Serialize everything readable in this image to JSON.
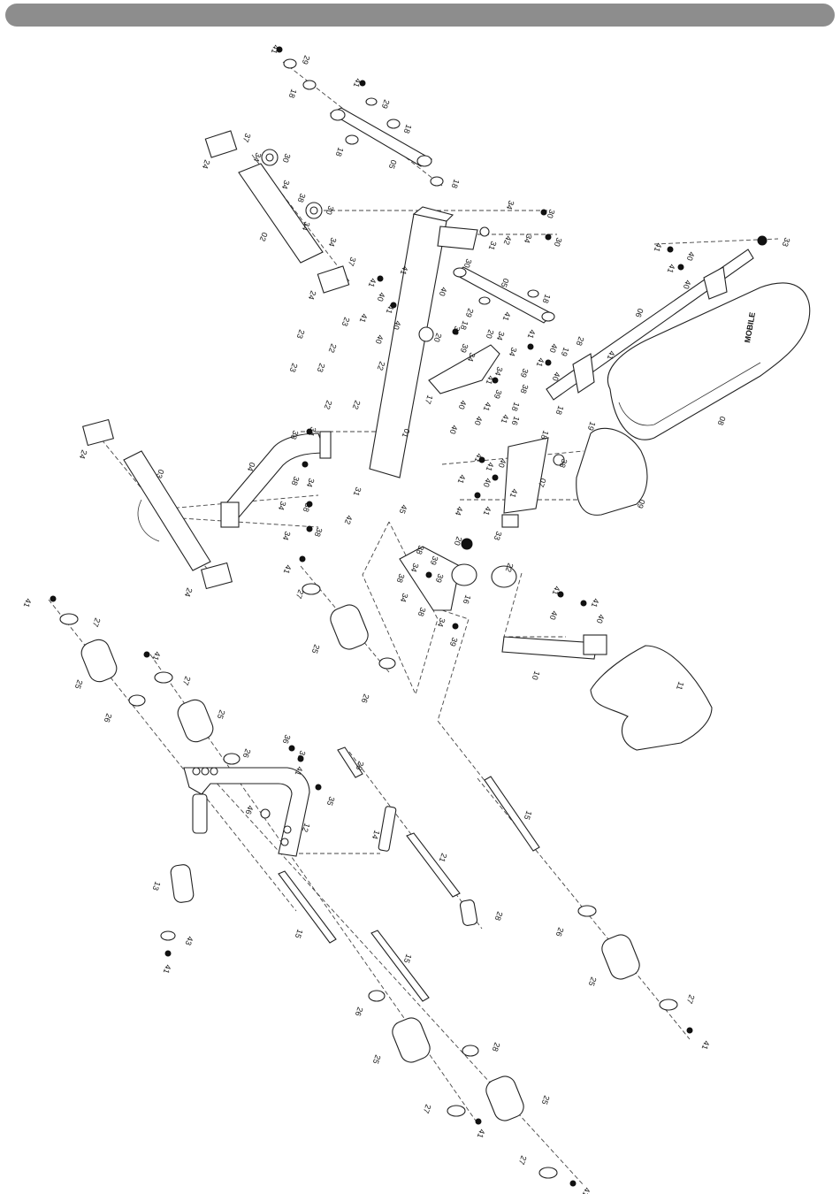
{
  "brand_text": "MOBILE",
  "labels": [
    {
      "text": "41",
      "a": [
        310,
        50
      ]
    },
    {
      "text": "29",
      "a": [
        345,
        62
      ]
    },
    {
      "text": "18",
      "a": [
        330,
        100
      ]
    },
    {
      "text": "41",
      "a": [
        403,
        88
      ]
    },
    {
      "text": "29",
      "a": [
        435,
        112
      ]
    },
    {
      "text": "18",
      "a": [
        460,
        140
      ]
    },
    {
      "text": "18",
      "a": [
        383,
        166
      ]
    },
    {
      "text": "05",
      "a": [
        443,
        180
      ]
    },
    {
      "text": "18",
      "a": [
        514,
        202
      ]
    },
    {
      "text": "37",
      "a": [
        278,
        150
      ]
    },
    {
      "text": "34",
      "a": [
        290,
        172
      ]
    },
    {
      "text": "30",
      "a": [
        323,
        173
      ]
    },
    {
      "text": "24",
      "a": [
        232,
        180
      ]
    },
    {
      "text": "34",
      "a": [
        322,
        203
      ]
    },
    {
      "text": "38",
      "a": [
        340,
        218
      ]
    },
    {
      "text": "30",
      "a": [
        372,
        232
      ]
    },
    {
      "text": "34",
      "a": [
        345,
        250
      ]
    },
    {
      "text": "02",
      "a": [
        297,
        262
      ]
    },
    {
      "text": "34",
      "a": [
        375,
        268
      ]
    },
    {
      "text": "37",
      "a": [
        397,
        290
      ]
    },
    {
      "text": "24",
      "a": [
        352,
        328
      ]
    },
    {
      "text": "34",
      "a": [
        576,
        226
      ]
    },
    {
      "text": "30",
      "a": [
        622,
        236
      ]
    },
    {
      "text": "31",
      "a": [
        556,
        272
      ]
    },
    {
      "text": "42",
      "a": [
        573,
        266
      ]
    },
    {
      "text": "34",
      "a": [
        596,
        264
      ]
    },
    {
      "text": "30",
      "a": [
        630,
        268
      ]
    },
    {
      "text": "33",
      "a": [
        888,
        268
      ]
    },
    {
      "text": "41",
      "a": [
        743,
        274
      ]
    },
    {
      "text": "40",
      "a": [
        780,
        284
      ]
    },
    {
      "text": "41",
      "a": [
        758,
        298
      ]
    },
    {
      "text": "40",
      "a": [
        776,
        316
      ]
    },
    {
      "text": "06",
      "a": [
        722,
        348
      ]
    },
    {
      "text": "08",
      "a": [
        815,
        470
      ]
    },
    {
      "text": "30",
      "a": [
        528,
        292
      ]
    },
    {
      "text": "05",
      "a": [
        570,
        314
      ]
    },
    {
      "text": "18",
      "a": [
        617,
        332
      ]
    },
    {
      "text": "41",
      "a": [
        456,
        300
      ]
    },
    {
      "text": "41",
      "a": [
        420,
        314
      ]
    },
    {
      "text": "40",
      "a": [
        430,
        330
      ]
    },
    {
      "text": "40",
      "a": [
        500,
        324
      ]
    },
    {
      "text": "41",
      "a": [
        440,
        344
      ]
    },
    {
      "text": "40",
      "a": [
        448,
        362
      ]
    },
    {
      "text": "29",
      "a": [
        530,
        348
      ]
    },
    {
      "text": "41",
      "a": [
        572,
        352
      ]
    },
    {
      "text": "18",
      "a": [
        524,
        362
      ]
    },
    {
      "text": "20",
      "a": [
        553,
        372
      ]
    },
    {
      "text": "41",
      "a": [
        410,
        354
      ]
    },
    {
      "text": "40",
      "a": [
        428,
        378
      ]
    },
    {
      "text": "39",
      "a": [
        515,
        368
      ]
    },
    {
      "text": "34",
      "a": [
        565,
        374
      ]
    },
    {
      "text": "39",
      "a": [
        524,
        388
      ]
    },
    {
      "text": "34",
      "a": [
        532,
        398
      ]
    },
    {
      "text": "20",
      "a": [
        494,
        376
      ]
    },
    {
      "text": "23",
      "a": [
        339,
        372
      ]
    },
    {
      "text": "23",
      "a": [
        390,
        358
      ]
    },
    {
      "text": "22",
      "a": [
        375,
        388
      ]
    },
    {
      "text": "22",
      "a": [
        430,
        408
      ]
    },
    {
      "text": "23",
      "a": [
        331,
        410
      ]
    },
    {
      "text": "23",
      "a": [
        362,
        410
      ]
    },
    {
      "text": "22",
      "a": [
        370,
        452
      ]
    },
    {
      "text": "22",
      "a": [
        402,
        452
      ]
    },
    {
      "text": "41",
      "a": [
        600,
        372
      ]
    },
    {
      "text": "40",
      "a": [
        625,
        388
      ]
    },
    {
      "text": "28",
      "a": [
        655,
        380
      ]
    },
    {
      "text": "41",
      "a": [
        690,
        396
      ]
    },
    {
      "text": "19",
      "a": [
        638,
        392
      ]
    },
    {
      "text": "41",
      "a": [
        610,
        404
      ]
    },
    {
      "text": "40",
      "a": [
        628,
        420
      ]
    },
    {
      "text": "34",
      "a": [
        579,
        392
      ]
    },
    {
      "text": "39",
      "a": [
        592,
        416
      ]
    },
    {
      "text": "38",
      "a": [
        592,
        434
      ]
    },
    {
      "text": "39",
      "a": [
        562,
        440
      ]
    },
    {
      "text": "18",
      "a": [
        582,
        454
      ]
    },
    {
      "text": "41",
      "a": [
        553,
        424
      ]
    },
    {
      "text": "34",
      "a": [
        563,
        414
      ]
    },
    {
      "text": "17",
      "a": [
        484,
        446
      ]
    },
    {
      "text": "40",
      "a": [
        522,
        452
      ]
    },
    {
      "text": "41",
      "a": [
        550,
        454
      ]
    },
    {
      "text": "40",
      "a": [
        540,
        470
      ]
    },
    {
      "text": "41",
      "a": [
        570,
        468
      ]
    },
    {
      "text": "16",
      "a": [
        582,
        470
      ]
    },
    {
      "text": "40",
      "a": [
        512,
        480
      ]
    },
    {
      "text": "18",
      "a": [
        632,
        458
      ]
    },
    {
      "text": "19",
      "a": [
        668,
        476
      ]
    },
    {
      "text": "18",
      "a": [
        615,
        486
      ]
    },
    {
      "text": "01",
      "a": [
        458,
        484
      ]
    },
    {
      "text": "38",
      "a": [
        332,
        486
      ]
    },
    {
      "text": "34",
      "a": [
        352,
        482
      ]
    },
    {
      "text": "24",
      "a": [
        93,
        508
      ]
    },
    {
      "text": "03",
      "a": [
        180,
        530
      ]
    },
    {
      "text": "04",
      "a": [
        283,
        522
      ]
    },
    {
      "text": "38",
      "a": [
        333,
        538
      ]
    },
    {
      "text": "34",
      "a": [
        350,
        540
      ]
    },
    {
      "text": "41",
      "a": [
        540,
        512
      ]
    },
    {
      "text": "40",
      "a": [
        567,
        518
      ]
    },
    {
      "text": "41",
      "a": [
        553,
        522
      ]
    },
    {
      "text": "38",
      "a": [
        636,
        518
      ]
    },
    {
      "text": "07",
      "a": [
        612,
        540
      ]
    },
    {
      "text": "41",
      "a": [
        521,
        536
      ]
    },
    {
      "text": "40",
      "a": [
        550,
        540
      ]
    },
    {
      "text": "41",
      "a": [
        580,
        552
      ]
    },
    {
      "text": "09",
      "a": [
        724,
        564
      ]
    },
    {
      "text": "44",
      "a": [
        518,
        572
      ]
    },
    {
      "text": "41",
      "a": [
        550,
        572
      ]
    },
    {
      "text": "31",
      "a": [
        403,
        550
      ]
    },
    {
      "text": "42",
      "a": [
        393,
        582
      ]
    },
    {
      "text": "34",
      "a": [
        318,
        566
      ]
    },
    {
      "text": "38",
      "a": [
        346,
        568
      ]
    },
    {
      "text": "34",
      "a": [
        323,
        600
      ]
    },
    {
      "text": "38",
      "a": [
        359,
        596
      ]
    },
    {
      "text": "45",
      "a": [
        455,
        570
      ]
    },
    {
      "text": "33",
      "a": [
        562,
        600
      ]
    },
    {
      "text": "20",
      "a": [
        517,
        606
      ]
    },
    {
      "text": "38",
      "a": [
        474,
        616
      ]
    },
    {
      "text": "39",
      "a": [
        490,
        628
      ]
    },
    {
      "text": "34",
      "a": [
        468,
        636
      ]
    },
    {
      "text": "38",
      "a": [
        452,
        648
      ]
    },
    {
      "text": "39",
      "a": [
        496,
        648
      ]
    },
    {
      "text": "16",
      "a": [
        527,
        672
      ]
    },
    {
      "text": "22",
      "a": [
        575,
        636
      ]
    },
    {
      "text": "34",
      "a": [
        456,
        670
      ]
    },
    {
      "text": "38",
      "a": [
        476,
        686
      ]
    },
    {
      "text": "34",
      "a": [
        498,
        698
      ]
    },
    {
      "text": "39",
      "a": [
        512,
        720
      ]
    },
    {
      "text": "24",
      "a": [
        212,
        664
      ]
    },
    {
      "text": "41",
      "a": [
        324,
        638
      ]
    },
    {
      "text": "27",
      "a": [
        338,
        666
      ]
    },
    {
      "text": "41",
      "a": [
        628,
        662
      ]
    },
    {
      "text": "40",
      "a": [
        625,
        690
      ]
    },
    {
      "text": "41",
      "a": [
        672,
        676
      ]
    },
    {
      "text": "40",
      "a": [
        678,
        694
      ]
    },
    {
      "text": "41",
      "a": [
        30,
        676
      ]
    },
    {
      "text": "27",
      "a": [
        108,
        698
      ]
    },
    {
      "text": "25",
      "a": [
        356,
        728
      ]
    },
    {
      "text": "10",
      "a": [
        605,
        758
      ]
    },
    {
      "text": "11",
      "a": [
        768,
        770
      ]
    },
    {
      "text": "41",
      "a": [
        176,
        736
      ]
    },
    {
      "text": "27",
      "a": [
        210,
        764
      ]
    },
    {
      "text": "26",
      "a": [
        412,
        784
      ]
    },
    {
      "text": "25",
      "a": [
        88,
        768
      ]
    },
    {
      "text": "26",
      "a": [
        121,
        806
      ]
    },
    {
      "text": "25",
      "a": [
        249,
        802
      ]
    },
    {
      "text": "36",
      "a": [
        323,
        830
      ]
    },
    {
      "text": "36",
      "a": [
        340,
        848
      ]
    },
    {
      "text": "26",
      "a": [
        278,
        846
      ]
    },
    {
      "text": "28",
      "a": [
        406,
        860
      ]
    },
    {
      "text": "41",
      "a": [
        337,
        866
      ]
    },
    {
      "text": "35",
      "a": [
        373,
        900
      ]
    },
    {
      "text": "46",
      "a": [
        281,
        910
      ]
    },
    {
      "text": "12",
      "a": [
        345,
        930
      ]
    },
    {
      "text": "14",
      "a": [
        424,
        938
      ]
    },
    {
      "text": "15",
      "a": [
        596,
        916
      ]
    },
    {
      "text": "21",
      "a": [
        500,
        964
      ]
    },
    {
      "text": "13",
      "a": [
        176,
        996
      ]
    },
    {
      "text": "28",
      "a": [
        563,
        1030
      ]
    },
    {
      "text": "26",
      "a": [
        632,
        1048
      ]
    },
    {
      "text": "15",
      "a": [
        337,
        1050
      ]
    },
    {
      "text": "43",
      "a": [
        213,
        1058
      ]
    },
    {
      "text": "41",
      "a": [
        188,
        1090
      ]
    },
    {
      "text": "25",
      "a": [
        669,
        1104
      ]
    },
    {
      "text": "15",
      "a": [
        460,
        1078
      ]
    },
    {
      "text": "27",
      "a": [
        780,
        1124
      ]
    },
    {
      "text": "26",
      "a": [
        405,
        1138
      ]
    },
    {
      "text": "41",
      "a": [
        797,
        1176
      ]
    },
    {
      "text": "28",
      "a": [
        560,
        1178
      ]
    },
    {
      "text": "25",
      "a": [
        425,
        1192
      ]
    },
    {
      "text": "25",
      "a": [
        616,
        1238
      ]
    },
    {
      "text": "27",
      "a": [
        482,
        1248
      ]
    },
    {
      "text": "41",
      "a": [
        543,
        1276
      ]
    },
    {
      "text": "27",
      "a": [
        590,
        1306
      ]
    },
    {
      "text": "41",
      "a": [
        662,
        1342
      ]
    }
  ]
}
